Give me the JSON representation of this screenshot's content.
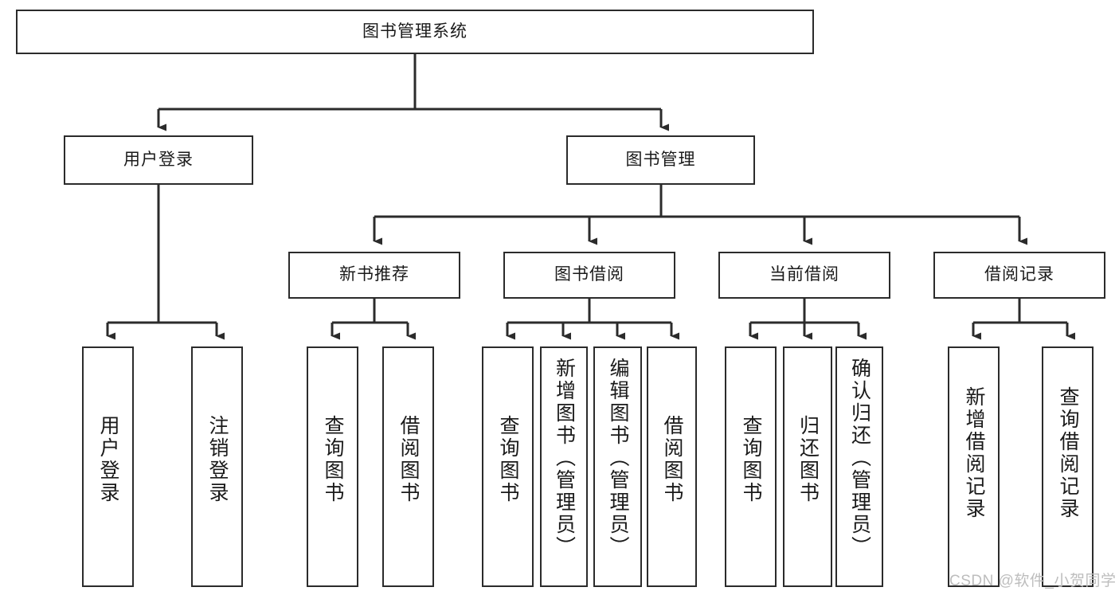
{
  "diagram": {
    "type": "tree",
    "title": "图书管理系统",
    "root": {
      "label": "图书管理系统"
    },
    "level2": [
      {
        "label": "用户登录"
      },
      {
        "label": "图书管理"
      }
    ],
    "level3": [
      {
        "label": "新书推荐"
      },
      {
        "label": "图书借阅"
      },
      {
        "label": "当前借阅"
      },
      {
        "label": "借阅记录"
      }
    ],
    "leaves": {
      "user_login": [
        {
          "label": "用户登录"
        },
        {
          "label": "注销登录"
        }
      ],
      "new_book_recommend": [
        {
          "label": "查询图书"
        },
        {
          "label": "借阅图书"
        }
      ],
      "book_borrow": [
        {
          "label": "查询图书"
        },
        {
          "label": "新增图书（管理员）"
        },
        {
          "label": "编辑图书（管理员）"
        },
        {
          "label": "借阅图书"
        }
      ],
      "current_borrow": [
        {
          "label": "查询图书"
        },
        {
          "label": "归还图书"
        },
        {
          "label": "确认归还（管理员）"
        }
      ],
      "borrow_record": [
        {
          "label": "新增借阅记录"
        },
        {
          "label": "查询借阅记录"
        }
      ]
    }
  },
  "watermark": {
    "text": "CSDN @软件_小贺同学"
  },
  "colors": {
    "stroke": "#2b2b2b",
    "fill": "#ffffff",
    "text": "#1a1a1a",
    "watermark": "#bdbdbd"
  }
}
